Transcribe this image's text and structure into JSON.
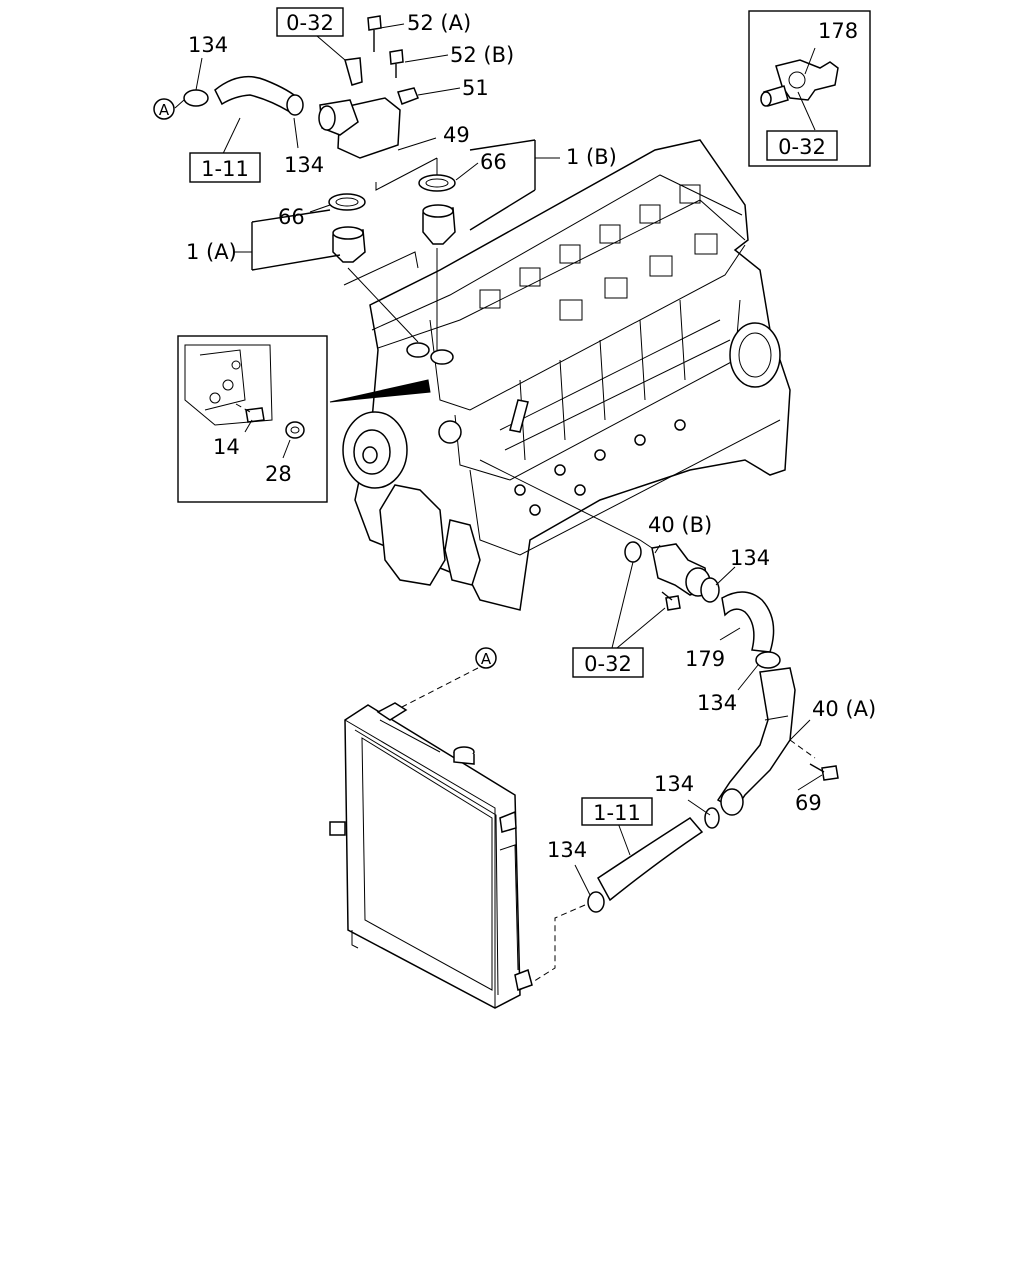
{
  "ref_boxes": {
    "b1": "0-32",
    "b2": "1-11",
    "b3": "0-32",
    "b4": "0-32",
    "b5": "1-11"
  },
  "callouts": {
    "c134_top": "134",
    "c52a": "52 (A)",
    "c52b": "52 (B)",
    "c51": "51",
    "c49": "49",
    "c134_mid": "134",
    "c66_right": "66",
    "c1b": "1 (B)",
    "c66_left": "66",
    "c1a": "1 (A)",
    "c178": "178",
    "c14": "14",
    "c28": "28",
    "c40b": "40 (B)",
    "c134_pump": "134",
    "c179": "179",
    "c134_lower": "134",
    "c40a": "40 (A)",
    "c69": "69",
    "c134_hose": "134",
    "c134_rad": "134"
  },
  "markers": {
    "a_left": "A",
    "a_radiator": "A"
  }
}
